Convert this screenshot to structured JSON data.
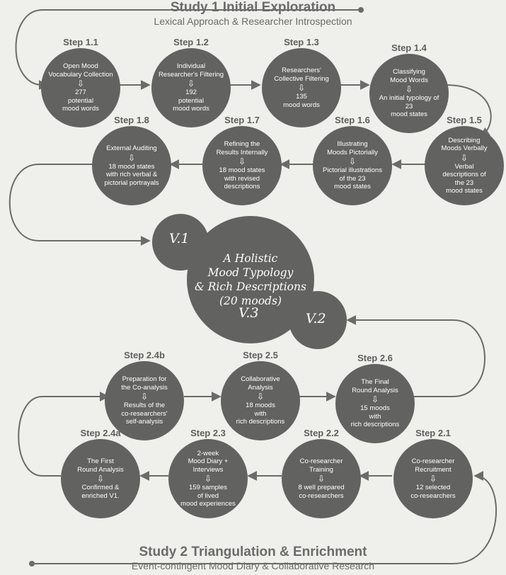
{
  "header": {
    "title": "Study 1 Initial Exploration",
    "subtitle": "Lexical Approach & Researcher Introspection"
  },
  "footer": {
    "title": "Study 2 Triangulation & Enrichment",
    "subtitle": "Event-contingent Mood Diary & Collaborative Research"
  },
  "steps": [
    {
      "id": "s11",
      "label": "Step 1.1",
      "text": "Open Mood\nVocabulary Collection",
      "result": "277\npotential\nmood words"
    },
    {
      "id": "s12",
      "label": "Step 1.2",
      "text": "Individual\nResearcher's Filtering",
      "result": "192\npotential\nmood words"
    },
    {
      "id": "s13",
      "label": "Step 1.3",
      "text": "Researchers'\nCollective Filtering",
      "result": "135\nmood words"
    },
    {
      "id": "s14",
      "label": "Step 1.4",
      "text": "Classifying\nMood Words",
      "result": "An initial typology of\n23\nmood states"
    },
    {
      "id": "s15",
      "label": "Step 1.5",
      "text": "Describing\nMoods Verbally",
      "result": "Verbal\ndescriptions of\nthe 23\nmood states"
    },
    {
      "id": "s16",
      "label": "Step 1.6",
      "text": "Illustrating\nMoods Pictorially",
      "result": "Pictorial illustrations\nof the 23\nmood states"
    },
    {
      "id": "s17",
      "label": "Step 1.7",
      "text": "Refining the\nResults Internally",
      "result": "18  mood states\nwith revised\ndescriptions"
    },
    {
      "id": "s18",
      "label": "Step 1.8",
      "text": "External Auditing",
      "result": "18 mood states\nwith rich verbal &\npictorial portrayals"
    },
    {
      "id": "s24b",
      "label": "Step 2.4b",
      "text": "Preparation for\nthe Co-analysis",
      "result": "Results of the\nco-researchers'\nself-analysis"
    },
    {
      "id": "s25",
      "label": "Step 2.5",
      "text": "Collaborative\nAnalysis",
      "result": "18 moods\nwith\nrich descriptions"
    },
    {
      "id": "s26",
      "label": "Step 2.6",
      "text": "The Final\nRound Analysis",
      "result": "15 moods\nwith\nrich descriptions"
    },
    {
      "id": "s24a",
      "label": "Step 2.4a",
      "text": "The First\nRound Analysis",
      "result": "Confirmed &\nenriched V1."
    },
    {
      "id": "s23",
      "label": "Step 2.3",
      "text": "2-week\nMood Diary +\nInterviews",
      "result": "159 samples\nof lived\nmood experiences"
    },
    {
      "id": "s22",
      "label": "Step 2.2",
      "text": "Co-researcher\nTraining",
      "result": "8 well prepared\nco-researchers"
    },
    {
      "id": "s21",
      "label": "Step 2.1",
      "text": "Co-researcher\nRecruitment",
      "result": "12 selected\nco-researchers"
    }
  ],
  "center": {
    "text": "A Holistic\nMood Typology\n& Rich Descriptions\n(20 moods)",
    "v1": "V.1",
    "v2": "V.2",
    "v3": "V.3"
  },
  "arrow_glyph": "⇩",
  "colors": {
    "node": "#626260",
    "background": "#efefeb",
    "line": "#6b6b69",
    "text_light": "#ffffff"
  }
}
